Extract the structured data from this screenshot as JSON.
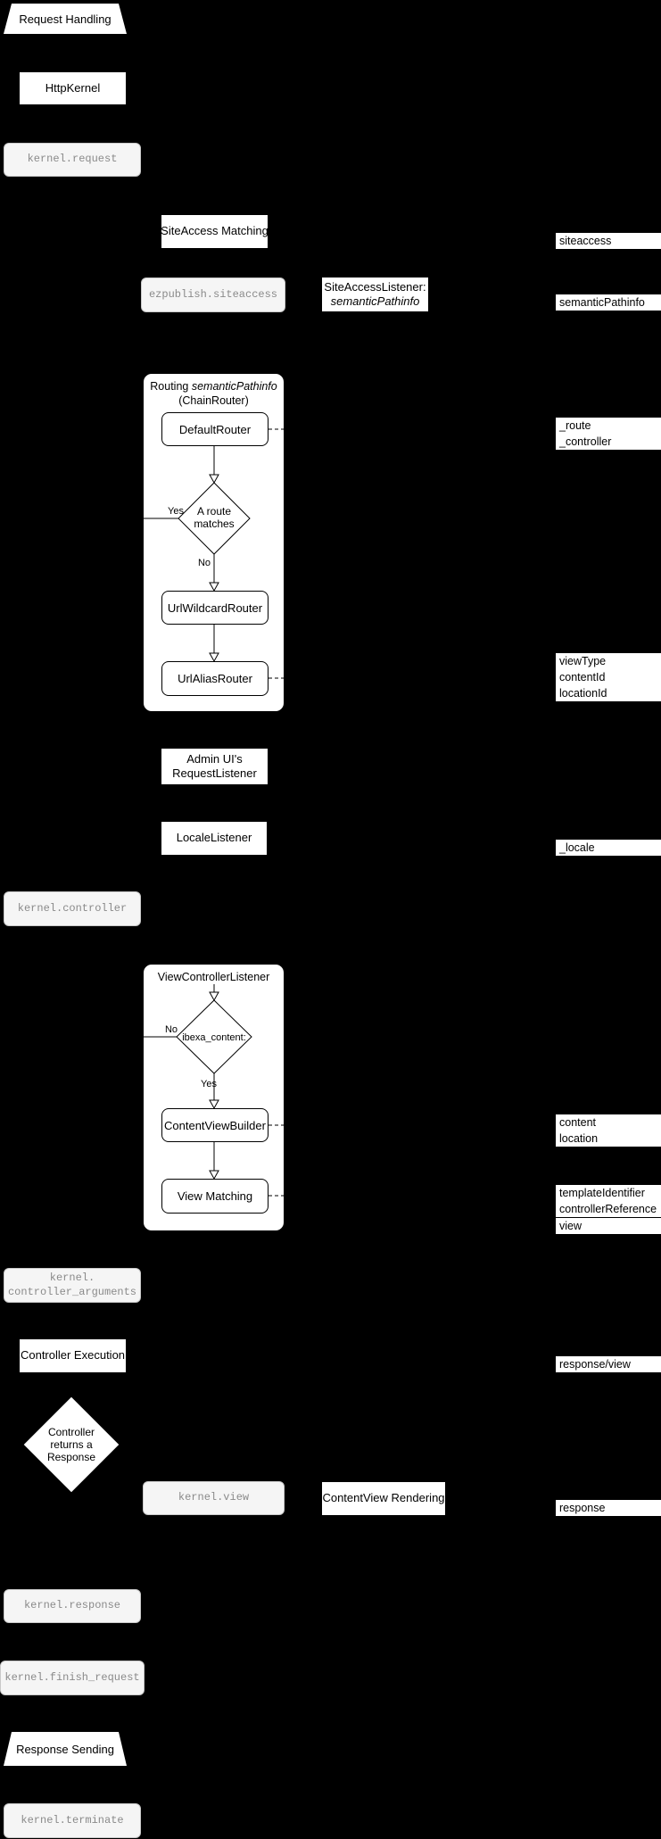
{
  "colors": {
    "background": "#000000",
    "node_fill": "#ffffff",
    "node_border": "#000000",
    "event_fill": "#f5f5f5",
    "event_border": "#c9c9c9",
    "event_text": "#8a8a8a",
    "label_fill": "#ffffff",
    "label_text": "#000000"
  },
  "banners": {
    "request_handling": "Request Handling",
    "response_sending": "Response Sending"
  },
  "nodes": {
    "http_kernel": "HttpKernel",
    "siteaccess_matching": "SiteAccess Matching",
    "siteaccess_listener": {
      "line1": "SiteAccessListener:",
      "line2": "semanticPathinfo"
    },
    "admin_request_listener": {
      "line1": "Admin UI's",
      "line2": "RequestListener"
    },
    "locale_listener": "LocaleListener",
    "controller_execution": "Controller Execution",
    "contentview_rendering": "ContentView Rendering",
    "default_router": "DefaultRouter",
    "url_wildcard_router": "UrlWildcardRouter",
    "url_alias_router": "UrlAliasRouter",
    "content_view_builder": "ContentViewBuilder",
    "view_matching": "View Matching"
  },
  "events": {
    "kernel_request": "kernel.request",
    "ezpublish_siteaccess": "ezpublish.siteaccess",
    "kernel_controller": "kernel.controller",
    "kernel_controller_arguments": {
      "line1": "kernel.",
      "line2": "controller_arguments"
    },
    "kernel_view": "kernel.view",
    "kernel_response": "kernel.response",
    "kernel_finish_request": "kernel.finish_request",
    "kernel_terminate": "kernel.terminate"
  },
  "containers": {
    "routing": {
      "title_plain": "Routing",
      "title_italic": "semanticPathinfo",
      "subtitle": "(ChainRouter)"
    },
    "view_controller_listener": {
      "title": "ViewControllerListener"
    }
  },
  "decisions": {
    "route_matches": {
      "line1": "A route",
      "line2": "matches",
      "yes": "Yes",
      "no": "No"
    },
    "ibexa_content": {
      "text": "ibexa_content:",
      "yes": "Yes",
      "no": "No"
    },
    "controller_returns_response": {
      "line1": "Controller",
      "line2": "returns a",
      "line3": "Response"
    }
  },
  "side_labels": {
    "siteaccess": "siteaccess",
    "semantic_pathinfo": "semanticPathinfo",
    "route": "_route",
    "controller": "_controller",
    "view_type": "viewType",
    "content_id": "contentId",
    "location_id": "locationId",
    "locale": "_locale",
    "content": "content",
    "location": "location",
    "template_identifier": "templateIdentifier",
    "controller_reference": "controllerReference",
    "view": "view",
    "response_view": "response/view",
    "response": "response"
  }
}
